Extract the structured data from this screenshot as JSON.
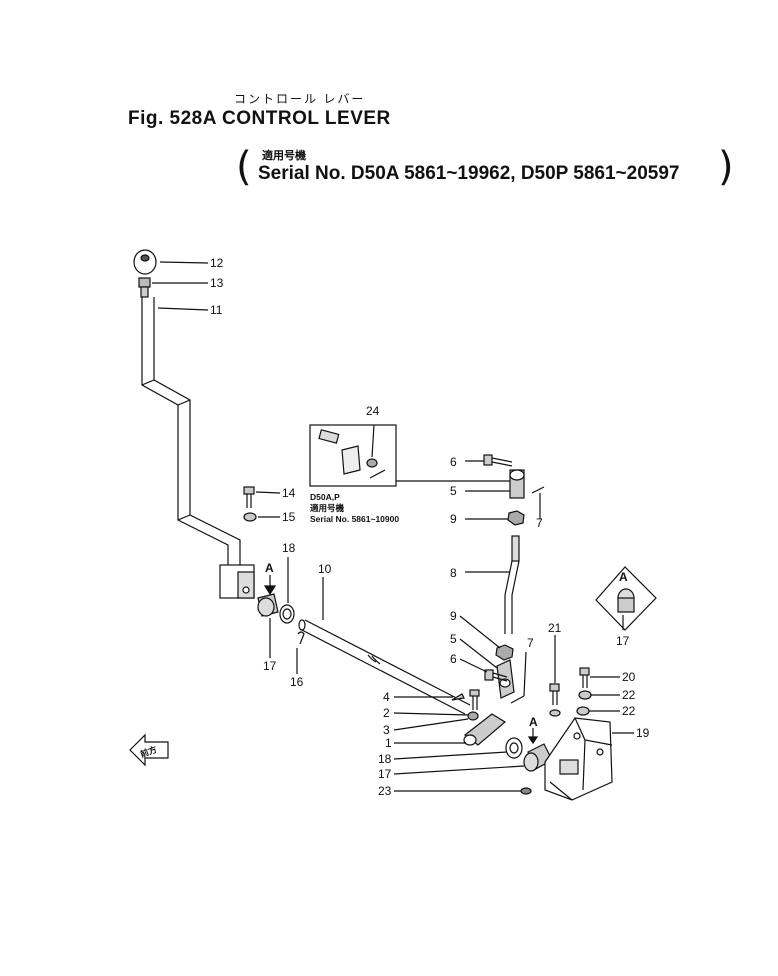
{
  "title_jp": "コントロール レバー",
  "fig_title": "Fig. 528A  CONTROL LEVER",
  "serial_jp": "適用号機",
  "serial_line": "Serial No. D50A 5861~19962, D50P 5861~20597",
  "paren_open": "(",
  "paren_close": ")",
  "inset": {
    "item": "24",
    "note_model": "D50A,P",
    "note_jp": "適用号機",
    "note_serial": "Serial No. 5861~10900"
  },
  "view_marker": "A",
  "direction_label": "前方",
  "callouts": {
    "c12": "12",
    "c13": "13",
    "c11": "11",
    "c14": "14",
    "c15": "15",
    "c18a": "18",
    "c17a": "17",
    "c10": "10",
    "c16": "16",
    "c6a": "6",
    "c5a": "5",
    "c9a": "9",
    "c7a": "7",
    "c8": "8",
    "c9b": "9",
    "c5b": "5",
    "c6b": "6",
    "c7b": "7",
    "c4": "4",
    "c2": "2",
    "c3": "3",
    "c1": "1",
    "c18b": "18",
    "c17b": "17",
    "c23": "23",
    "c21": "21",
    "c20": "20",
    "c22a": "22",
    "c22b": "22",
    "c19": "19",
    "c17c": "17"
  }
}
